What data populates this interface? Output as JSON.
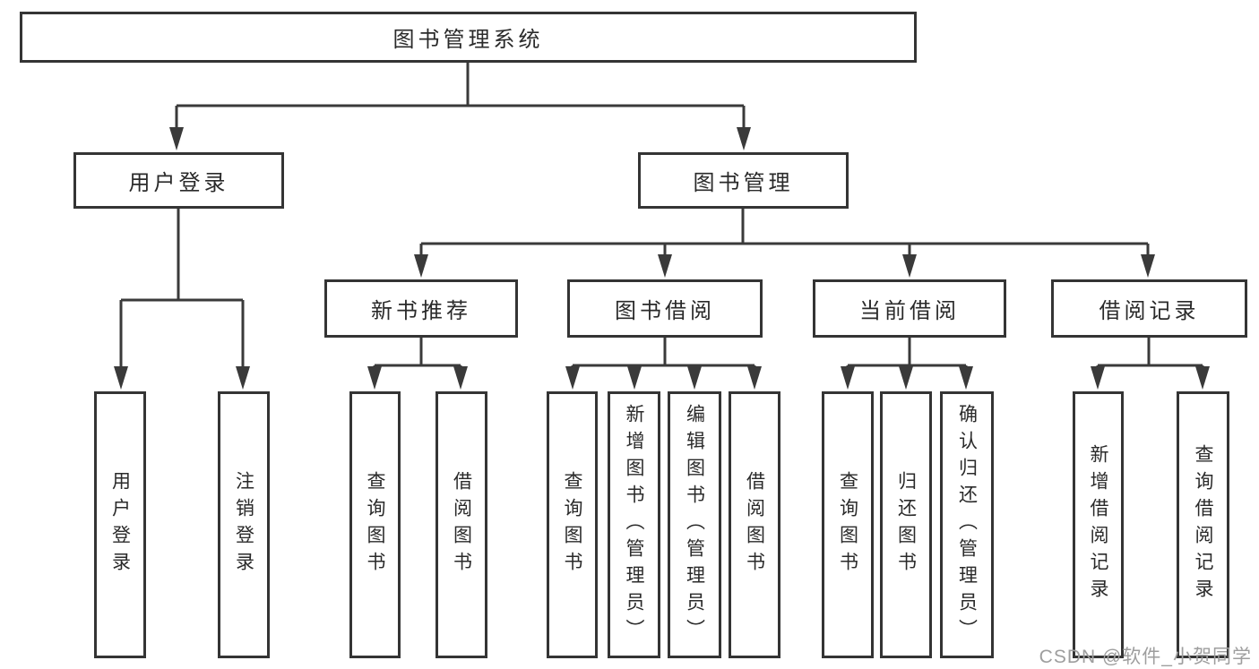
{
  "colors": {
    "background": "#ffffff",
    "line": "#3a3a3a",
    "box_border": "#343434",
    "text": "#2a2a2a",
    "watermark": "#9e9e9e"
  },
  "watermark": {
    "text": "CSDN @软件_小贺同学"
  },
  "diagram": {
    "root": {
      "label": "图书管理系统"
    },
    "branches": [
      {
        "label": "用户登录",
        "children": [
          {
            "label": "用户登录"
          },
          {
            "label": "注销登录"
          }
        ]
      },
      {
        "label": "图书管理",
        "children": [
          {
            "label": "新书推荐",
            "children": [
              {
                "label": "查询图书"
              },
              {
                "label": "借阅图书"
              }
            ]
          },
          {
            "label": "图书借阅",
            "children": [
              {
                "label": "查询图书"
              },
              {
                "label": "新增图书（管理员）"
              },
              {
                "label": "编辑图书（管理员）"
              },
              {
                "label": "借阅图书"
              }
            ]
          },
          {
            "label": "当前借阅",
            "children": [
              {
                "label": "查询图书"
              },
              {
                "label": "归还图书"
              },
              {
                "label": "确认归还（管理员）"
              }
            ]
          },
          {
            "label": "借阅记录",
            "children": [
              {
                "label": "新增借阅记录"
              },
              {
                "label": "查询借阅记录"
              }
            ]
          }
        ]
      }
    ]
  }
}
